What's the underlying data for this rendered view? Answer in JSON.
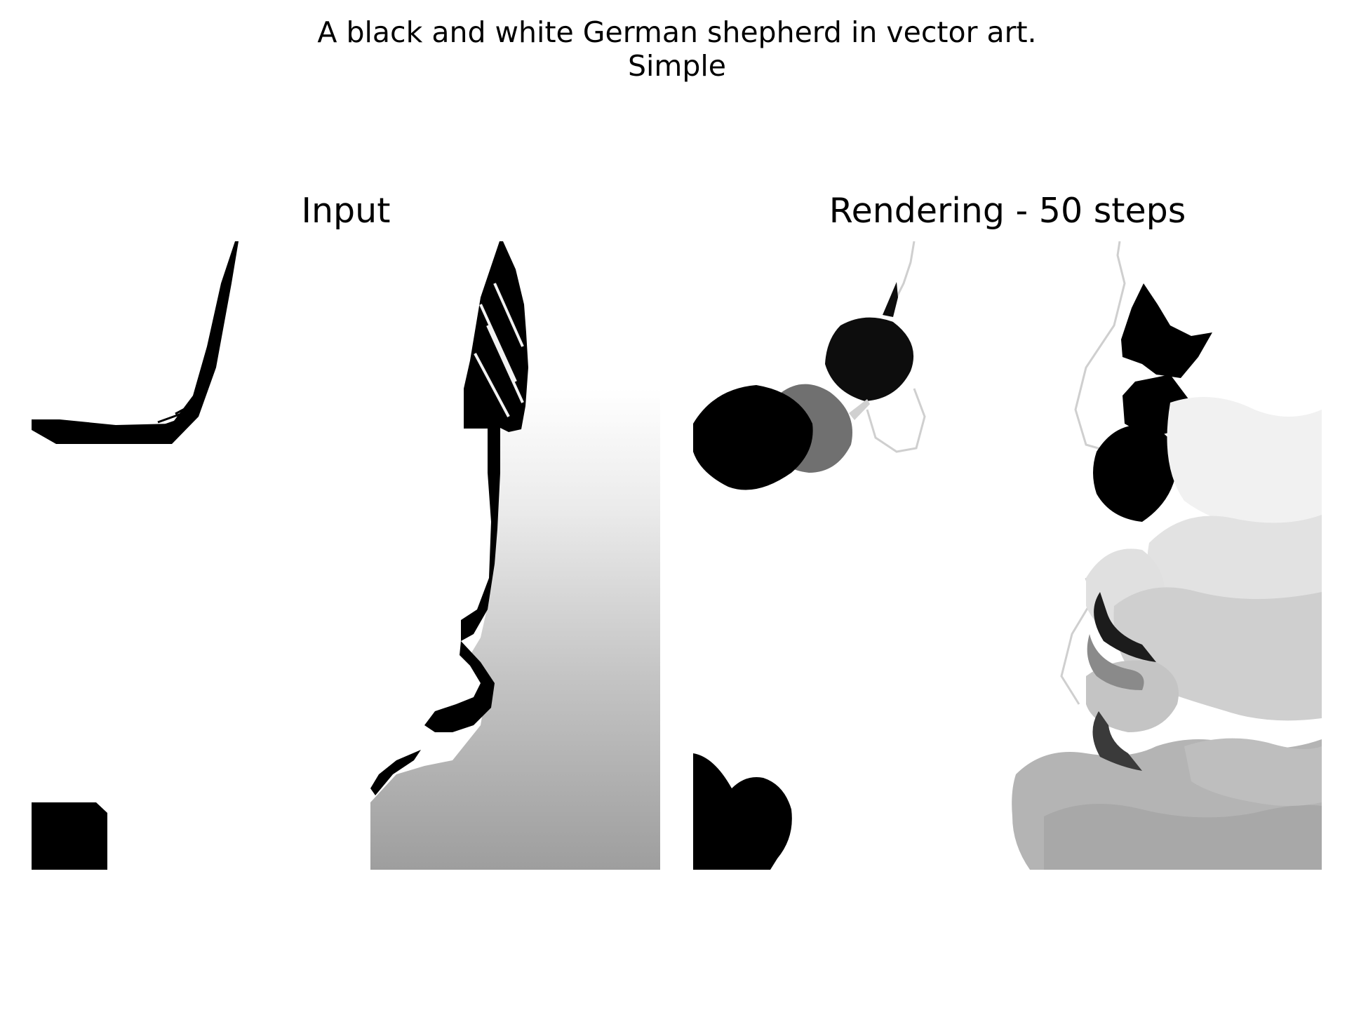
{
  "figure": {
    "title_line1": "A black and white German shepherd in vector art.",
    "title_line2": "Simple"
  },
  "panels": [
    {
      "title": "Input",
      "image": "thresholded-german-shepherd-crop"
    },
    {
      "title": "Rendering - 50 steps",
      "image": "vector-rendering-blobs"
    }
  ],
  "colors": {
    "background": "#ffffff",
    "ink": "#000000",
    "gray_dark": "#707070",
    "gray_mid": "#a8a8a8",
    "gray_light": "#e4e4e4"
  }
}
